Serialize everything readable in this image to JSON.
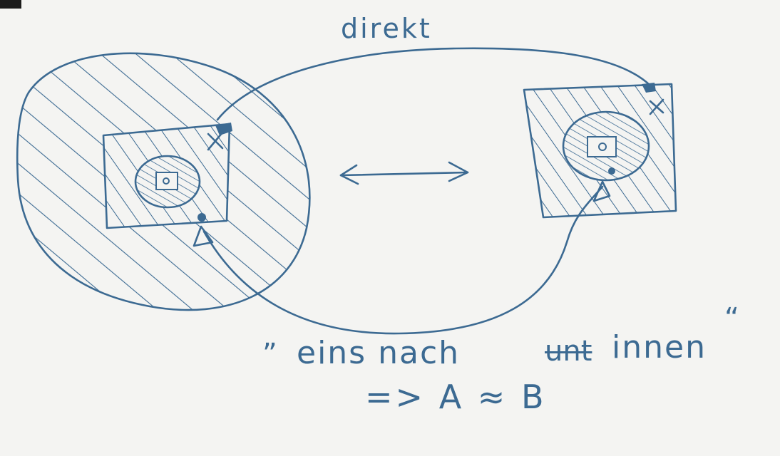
{
  "colors": {
    "ink": "#3c6a92",
    "paper": "#f4f4f2"
  },
  "labels": {
    "direkt": "direkt",
    "quote_open": "„",
    "main_phrase": "eins nach",
    "struck_word": "unt",
    "innen": "innen",
    "quote_close": "“",
    "result": "=> A ≈ B"
  }
}
